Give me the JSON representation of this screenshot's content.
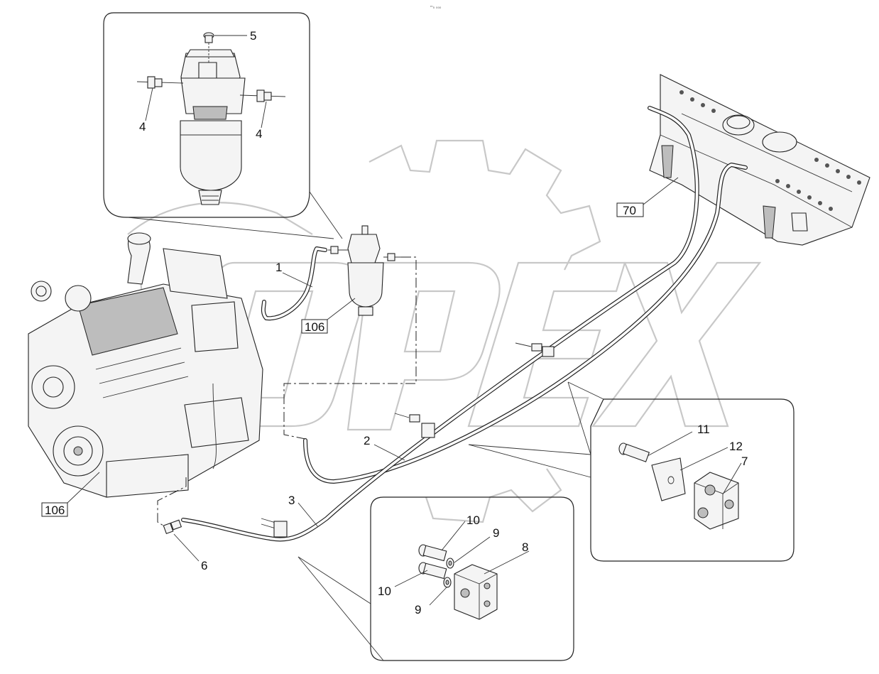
{
  "watermark": {
    "word": "OPEX"
  },
  "header_mark": "ᵐ₀ ₀₀₀",
  "colors": {
    "line": "#222222",
    "watermark": "#c8c8c8",
    "background": "#ffffff"
  },
  "callouts": {
    "c1": "1",
    "c2": "2",
    "c3": "3",
    "c4a": "4",
    "c4b": "4",
    "c5": "5",
    "c6": "6",
    "c7": "7",
    "c8": "8",
    "c9a": "9",
    "c9b": "9",
    "c10a": "10",
    "c10b": "10",
    "c11": "11",
    "c12": "12"
  },
  "boxed_labels": {
    "b106_filter": "106",
    "b106_engine": "106",
    "b70_tank": "70"
  }
}
